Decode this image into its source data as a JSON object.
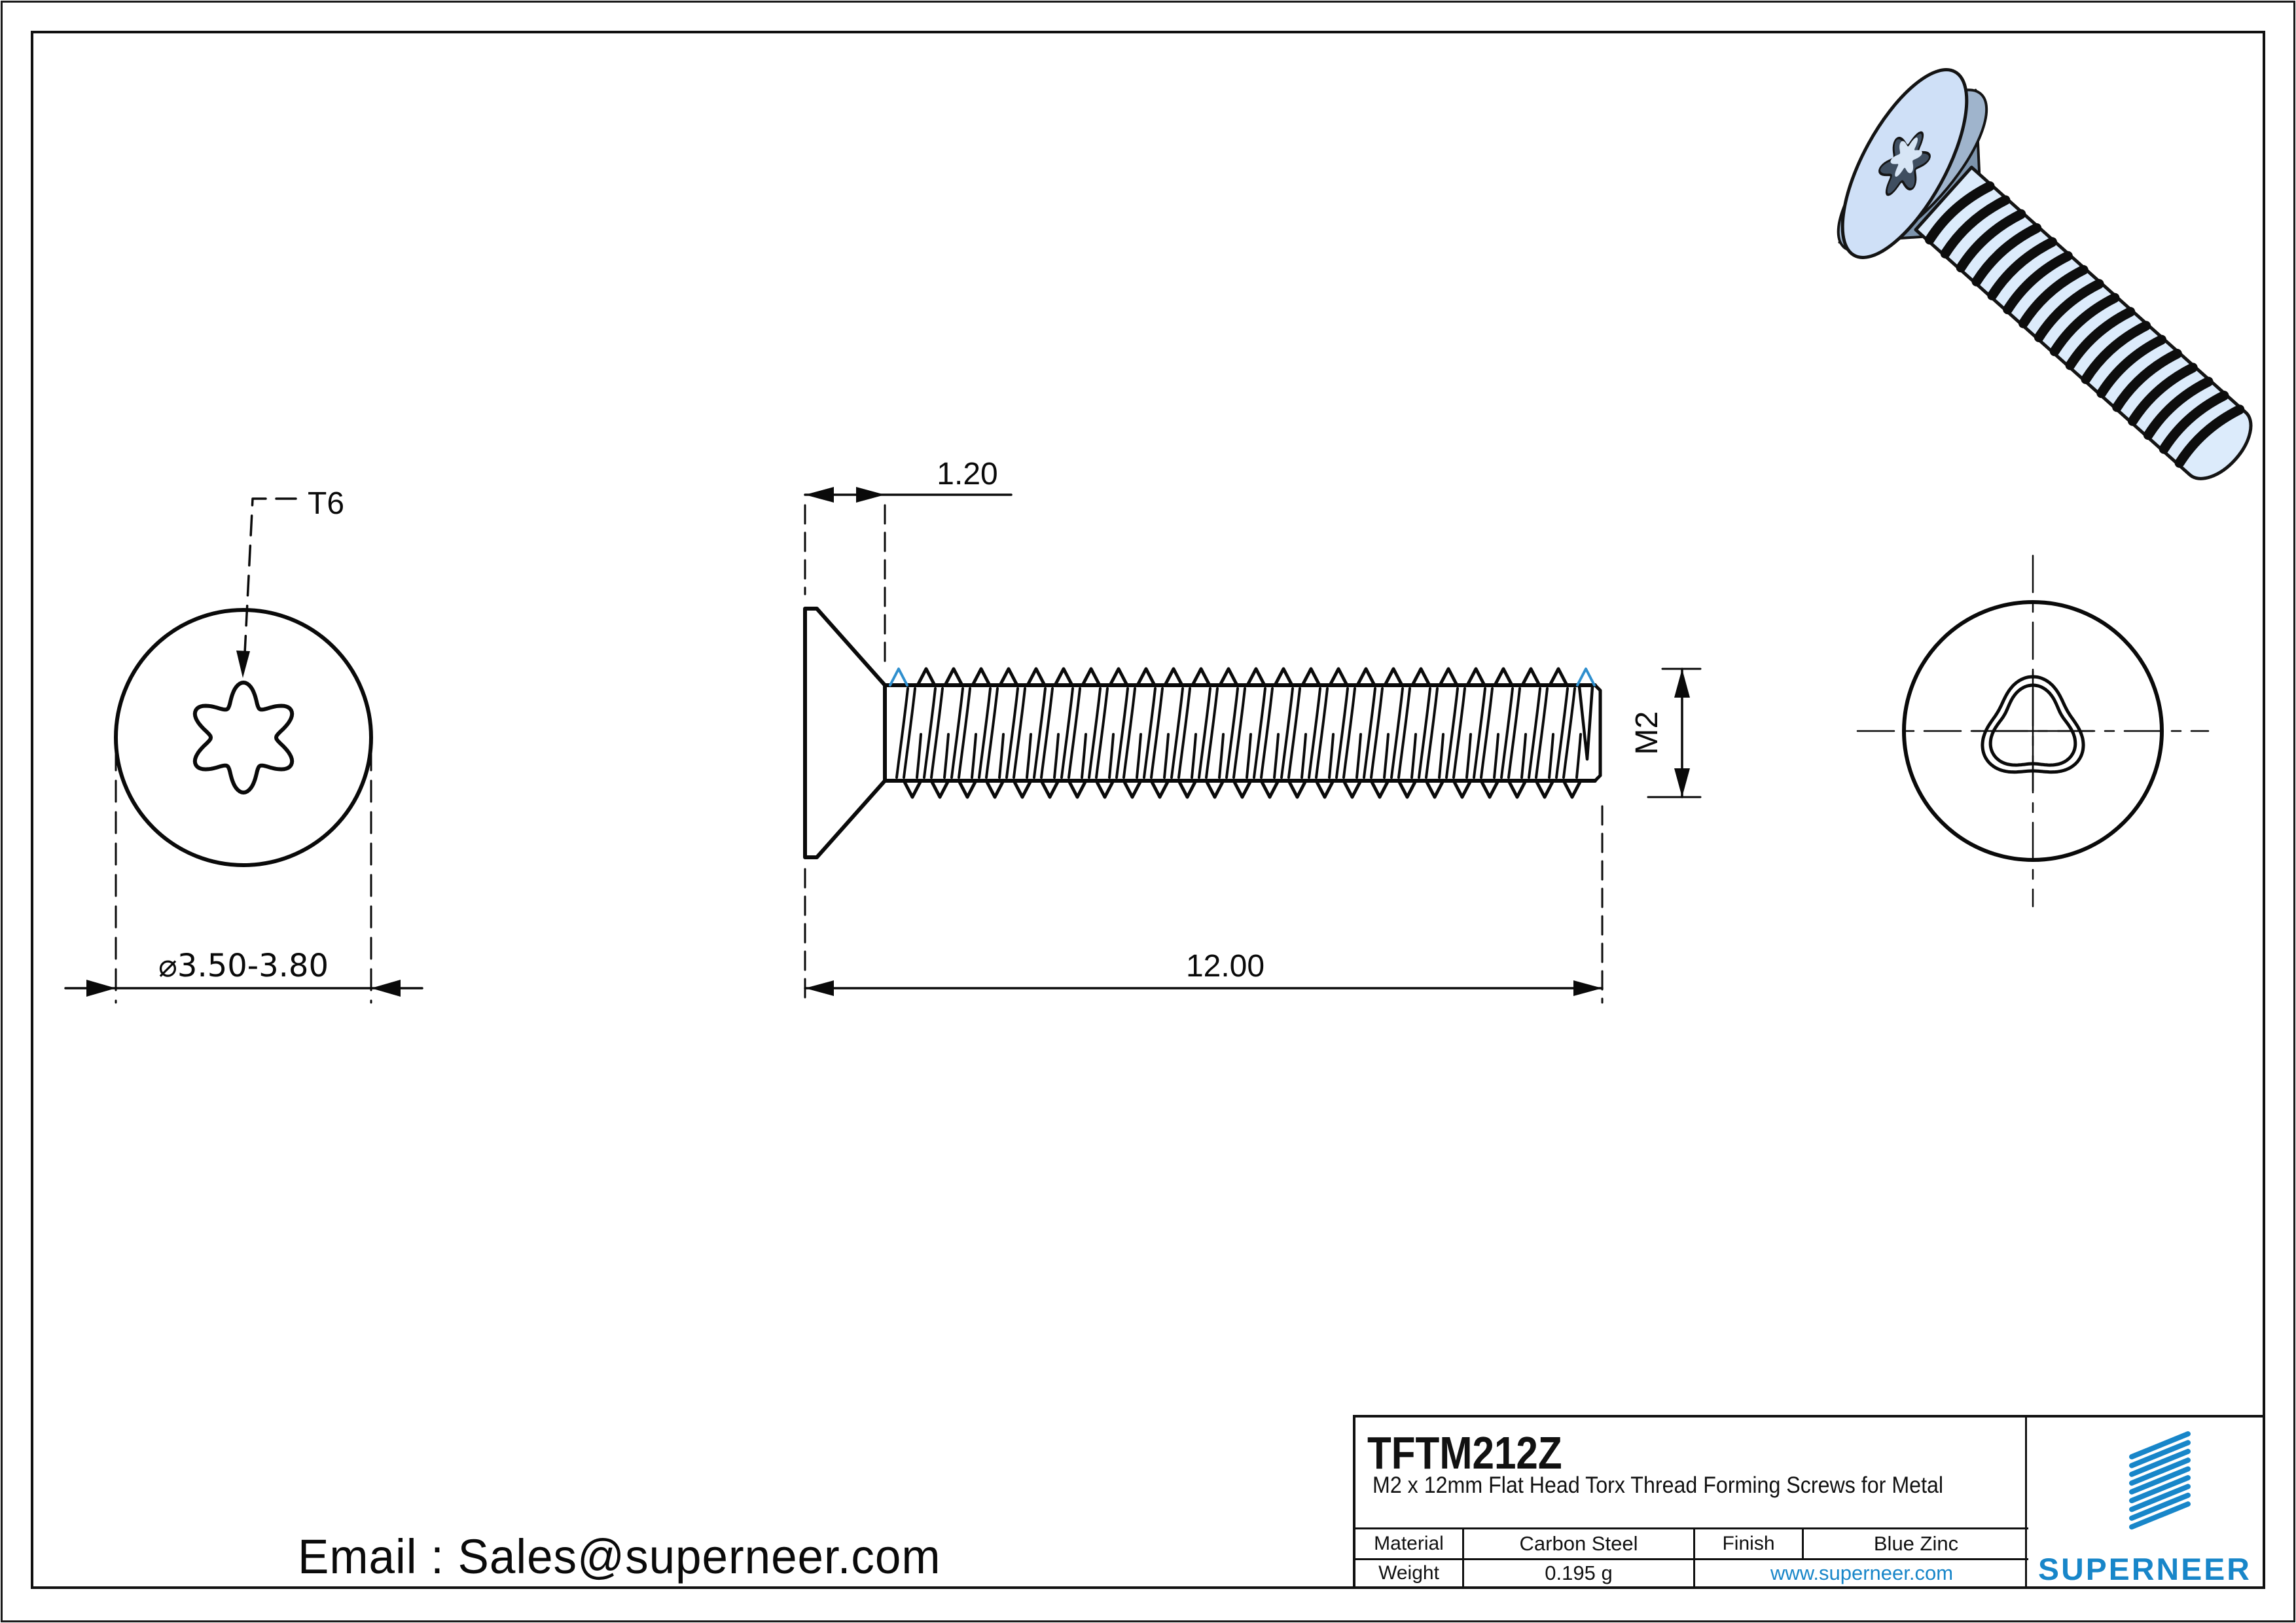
{
  "drawing": {
    "labels": {
      "drive": "T6",
      "head_diameter": "⌀3.50-3.80",
      "head_height": "1.20",
      "length": "12.00",
      "thread_size": "M2"
    },
    "email": "Email : Sales@superneer.com",
    "title_block": {
      "part_number": "TFTM212Z",
      "description": "M2 x 12mm Flat Head Torx Thread Forming Screws for Metal",
      "material_label": "Material",
      "material": "Carbon Steel",
      "finish_label": "Finish",
      "finish": "Blue Zinc",
      "weight_label": "Weight",
      "weight": "0.195 g",
      "website": "www.superneer.com",
      "brand": "SUPERNEER"
    },
    "colors": {
      "line": "#0a0a0a",
      "accent_blue": "#2f8fce",
      "brand_blue": "#1886c9",
      "screw_body": "#cfe0f7",
      "screw_shadow": "#7d94ac"
    }
  }
}
